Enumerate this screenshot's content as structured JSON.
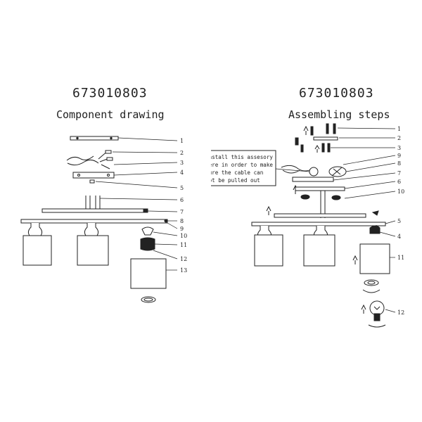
{
  "left": {
    "model": "673010803",
    "subtitle": "Component drawing",
    "callouts": [
      "1",
      "2",
      "3",
      "4",
      "5",
      "6",
      "7",
      "8",
      "9",
      "10",
      "11",
      "12",
      "13"
    ]
  },
  "right": {
    "model": "673010803",
    "subtitle": "Assembling steps",
    "note": [
      "Install this assesory",
      "here in order to make",
      "sure the cable can",
      "not be pulled out"
    ],
    "callouts": [
      "1",
      "2",
      "3",
      "9",
      "8",
      "7",
      "6",
      "10",
      "5",
      "4",
      "11",
      "12"
    ]
  },
  "colors": {
    "ink": "#222222",
    "paper": "#ffffff"
  }
}
